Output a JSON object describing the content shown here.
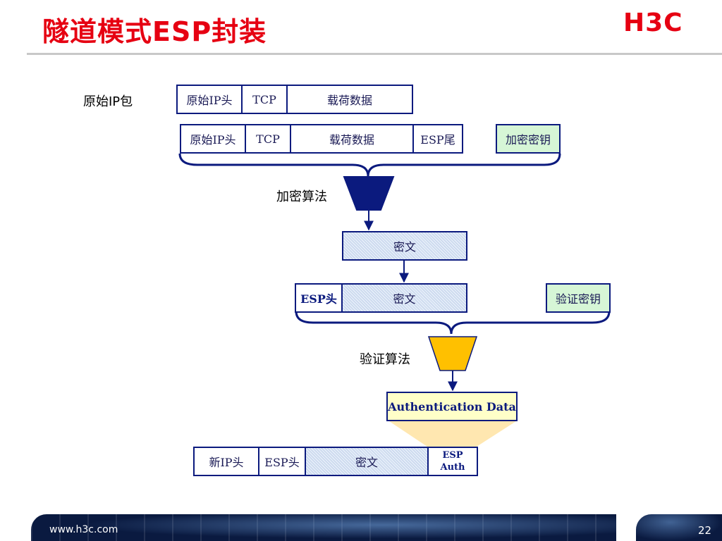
{
  "header": {
    "title": "隧道模式ESP封装",
    "logo_text": "H3C"
  },
  "labels": {
    "original_packet": "原始IP包",
    "encrypt_algorithm": "加密算法",
    "auth_algorithm": "验证算法"
  },
  "row1": {
    "orig_ip_header": "原始IP头",
    "tcp": "TCP",
    "payload": "载荷数据"
  },
  "row2": {
    "orig_ip_header": "原始IP头",
    "tcp": "TCP",
    "payload": "载荷数据",
    "esp_trailer": "ESP尾",
    "encryption_key": "加密密钥"
  },
  "ciphertext": "密文",
  "row4": {
    "esp_header": "ESP头",
    "ciphertext": "密文",
    "auth_key": "验证密钥"
  },
  "auth_data": "Authentication Data",
  "final_packet": {
    "new_ip_header": "新IP头",
    "esp_header": "ESP头",
    "ciphertext": "密文",
    "esp_auth_line1": "ESP",
    "esp_auth_line2": "Auth"
  },
  "footer": {
    "url": "www.h3c.com",
    "page": "22"
  },
  "colors": {
    "title": "#e60012",
    "box_border": "#0b1a7e",
    "encrypt_funnel": "#0b1a7e",
    "auth_funnel": "#ffc000",
    "key_fill": "#d6f6d6",
    "auth_data_fill": "#ffffc8"
  }
}
